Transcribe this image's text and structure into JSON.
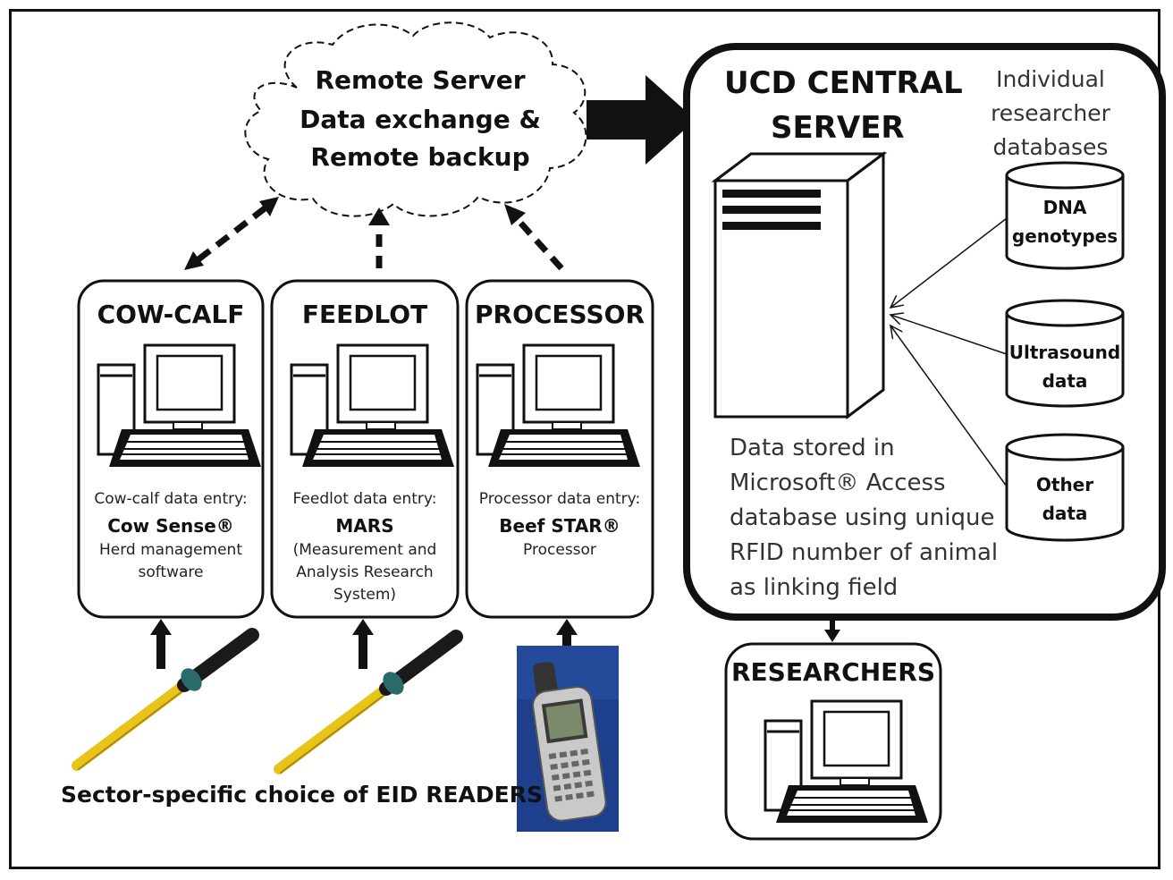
{
  "cloud": {
    "line1": "Remote Server",
    "line2": "Data exchange &",
    "line3": "Remote backup"
  },
  "central_server": {
    "title_line1": "UCD CENTRAL",
    "title_line2": "SERVER",
    "databases_heading": [
      "Individual",
      "researcher",
      "databases"
    ],
    "databases": [
      {
        "line1": "DNA",
        "line2": "genotypes"
      },
      {
        "line1": "Ultrasound",
        "line2": "data"
      },
      {
        "line1": "Other",
        "line2": "data"
      }
    ],
    "stored_text": [
      "Data stored in",
      "Microsoft® Access",
      "database using unique",
      "RFID number of animal",
      "as linking field"
    ]
  },
  "sectors": [
    {
      "title": "COW-CALF",
      "entry_label": "Cow-calf  data entry:",
      "software_name": "Cow Sense®",
      "desc": [
        "Herd management",
        "software"
      ]
    },
    {
      "title": "FEEDLOT",
      "entry_label": "Feedlot data entry:",
      "software_name": "MARS",
      "desc": [
        "(Measurement and",
        "Analysis Research",
        "System)"
      ]
    },
    {
      "title": "PROCESSOR",
      "entry_label": "Processor data entry:",
      "software_name": "Beef STAR®",
      "desc": [
        "Processor"
      ]
    }
  ],
  "researchers": {
    "title": "RESEARCHERS"
  },
  "eid_caption": "Sector-specific choice of EID READERS",
  "colors": {
    "line": "#111111",
    "wand_yellow": "#e8c31a",
    "wand_black": "#1a1a1a",
    "handheld_bg": "#1e3f8c"
  }
}
